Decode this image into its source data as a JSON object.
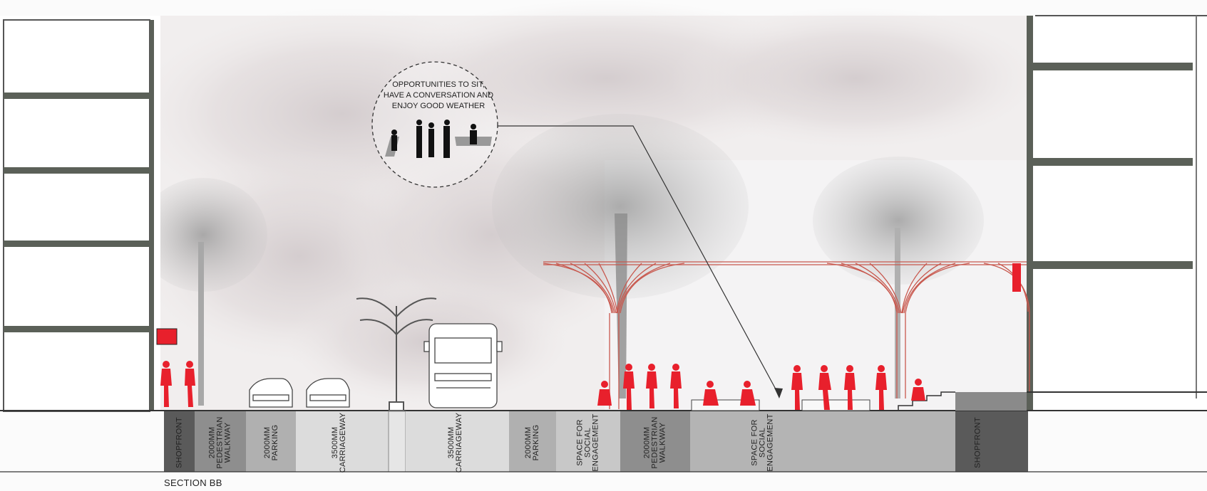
{
  "callout": {
    "text": "OPPORTUNITIES TO SIT,\nHAVE A CONVERSATION AND\nENJOY GOOD WEATHER"
  },
  "section_title": "SECTION BB",
  "zones": {
    "shopfront_left": "SHOPFRONT",
    "walkway_left": "2000MM\nPEDESTRIAN\nWALKWAY",
    "parking_left": "2000MM\nPARKING",
    "carriageway_left": "3500MM\nCARRIAGEWAY",
    "carriageway_right": "3500MM\nCARRIAGEWAY",
    "parking_right": "2000MM\nPARKING",
    "social_left": "SPACE FOR\nSOCIAL\nENGAGEMENT",
    "walkway_right": "2000MM\nPEDESTRIAN\nWALKWAY",
    "social_right": "SPACE FOR\nSOCIAL\nENGAGEMENT",
    "shopfront_right": "SHOPFRONT"
  },
  "colors": {
    "accent_red": "#e8202c",
    "zone_dark": "#5a5a5a",
    "zone_mid": "#9a9a9a",
    "zone_light": "#c8c8c8",
    "zone_lighter": "#dcdcdc",
    "slab": "#5b6058"
  }
}
